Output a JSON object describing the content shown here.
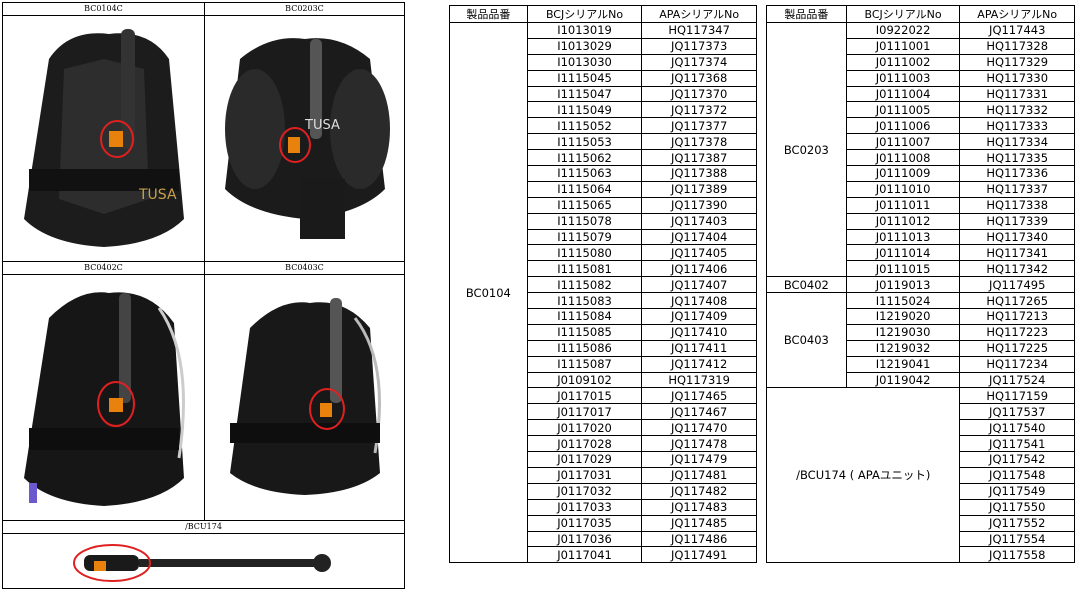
{
  "photos": [
    {
      "label": "BC0104C"
    },
    {
      "label": "BC0203C"
    },
    {
      "label": "BC0402C"
    },
    {
      "label": "BC0403C"
    },
    {
      "label": "/BCU174"
    }
  ],
  "headers": [
    "製品品番",
    "BCJシリアルNo",
    "APAシリアルNo"
  ],
  "left_table": {
    "model": "BC0104",
    "rows": [
      [
        "I1013019",
        "HQ117347"
      ],
      [
        "I1013029",
        "JQ117373"
      ],
      [
        "I1013030",
        "JQ117374"
      ],
      [
        "I1115045",
        "JQ117368"
      ],
      [
        "I1115047",
        "JQ117370"
      ],
      [
        "I1115049",
        "JQ117372"
      ],
      [
        "I1115052",
        "JQ117377"
      ],
      [
        "I1115053",
        "JQ117378"
      ],
      [
        "I1115062",
        "JQ117387"
      ],
      [
        "I1115063",
        "JQ117388"
      ],
      [
        "I1115064",
        "JQ117389"
      ],
      [
        "I1115065",
        "JQ117390"
      ],
      [
        "I1115078",
        "JQ117403"
      ],
      [
        "I1115079",
        "JQ117404"
      ],
      [
        "I1115080",
        "JQ117405"
      ],
      [
        "I1115081",
        "JQ117406"
      ],
      [
        "I1115082",
        "JQ117407"
      ],
      [
        "I1115083",
        "JQ117408"
      ],
      [
        "I1115084",
        "JQ117409"
      ],
      [
        "I1115085",
        "JQ117410"
      ],
      [
        "I1115086",
        "JQ117411"
      ],
      [
        "I1115087",
        "JQ117412"
      ],
      [
        "J0109102",
        "HQ117319"
      ],
      [
        "J0117015",
        "JQ117465"
      ],
      [
        "J0117017",
        "JQ117467"
      ],
      [
        "J0117020",
        "JQ117470"
      ],
      [
        "J0117028",
        "JQ117478"
      ],
      [
        "J0117029",
        "JQ117479"
      ],
      [
        "J0117031",
        "JQ117481"
      ],
      [
        "J0117032",
        "JQ117482"
      ],
      [
        "J0117033",
        "JQ117483"
      ],
      [
        "J0117035",
        "JQ117485"
      ],
      [
        "J0117036",
        "JQ117486"
      ],
      [
        "J0117041",
        "JQ117491"
      ]
    ]
  },
  "right_table": {
    "groups": [
      {
        "model": "BC0203",
        "rows": [
          [
            "I0922022",
            "JQ117443"
          ],
          [
            "J0111001",
            "HQ117328"
          ],
          [
            "J0111002",
            "HQ117329"
          ],
          [
            "J0111003",
            "HQ117330"
          ],
          [
            "J0111004",
            "HQ117331"
          ],
          [
            "J0111005",
            "HQ117332"
          ],
          [
            "J0111006",
            "HQ117333"
          ],
          [
            "J0111007",
            "HQ117334"
          ],
          [
            "J0111008",
            "HQ117335"
          ],
          [
            "J0111009",
            "HQ117336"
          ],
          [
            "J0111010",
            "HQ117337"
          ],
          [
            "J0111011",
            "HQ117338"
          ],
          [
            "J0111012",
            "HQ117339"
          ],
          [
            "J0111013",
            "HQ117340"
          ],
          [
            "J0111014",
            "HQ117341"
          ],
          [
            "J0111015",
            "HQ117342"
          ]
        ]
      },
      {
        "model": "BC0402",
        "rows": [
          [
            "J0119013",
            "JQ117495"
          ]
        ]
      },
      {
        "model": "BC0403",
        "rows": [
          [
            "I1115024",
            "HQ117265"
          ],
          [
            "I1219020",
            "HQ117213"
          ],
          [
            "I1219030",
            "HQ117223"
          ],
          [
            "I1219032",
            "HQ117225"
          ],
          [
            "I1219041",
            "HQ117234"
          ],
          [
            "J0119042",
            "JQ117524"
          ]
        ]
      },
      {
        "model": "/BCU174 ( APAユニット)",
        "merged_serial": true,
        "rows": [
          [
            "",
            "HQ117159"
          ],
          [
            "",
            "JQ117537"
          ],
          [
            "",
            "JQ117540"
          ],
          [
            "",
            "JQ117541"
          ],
          [
            "",
            "JQ117542"
          ],
          [
            "",
            "JQ117548"
          ],
          [
            "",
            "JQ117549"
          ],
          [
            "",
            "JQ117550"
          ],
          [
            "",
            "JQ117552"
          ],
          [
            "",
            "JQ117554"
          ],
          [
            "",
            "JQ117558"
          ]
        ]
      }
    ]
  }
}
